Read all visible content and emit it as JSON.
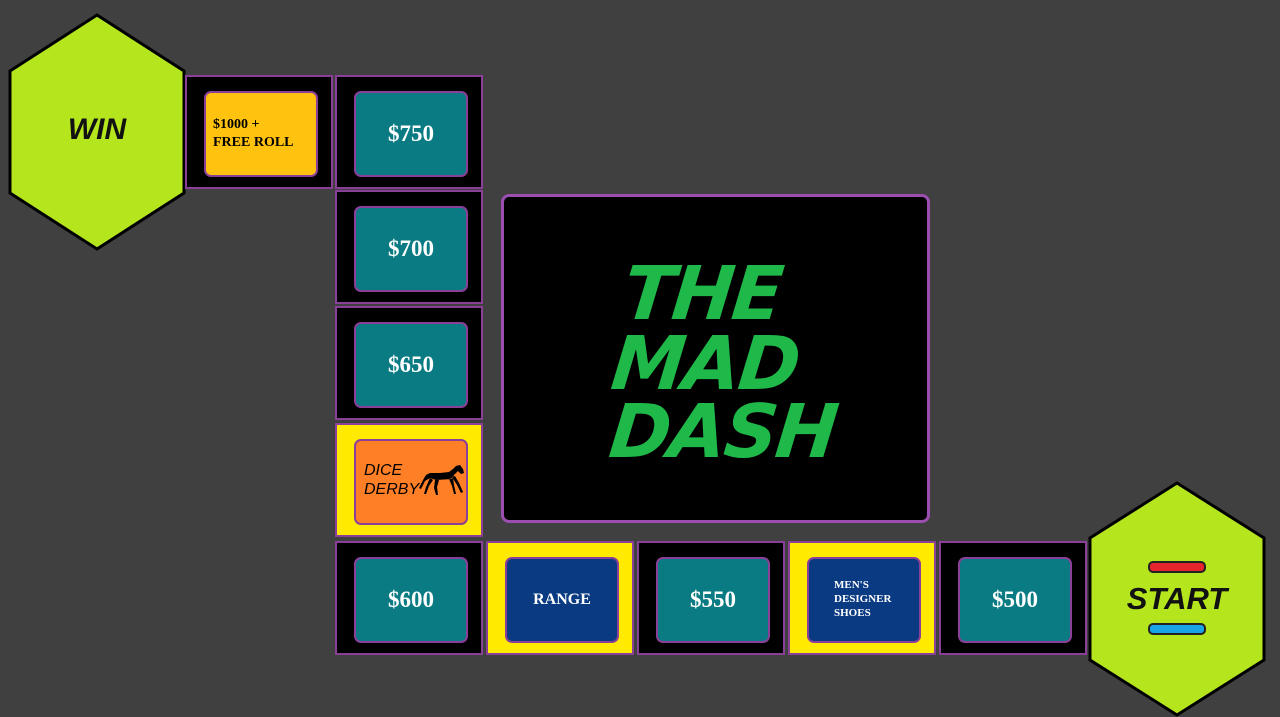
{
  "board": {
    "win_label": "WIN",
    "start_label": "START",
    "colors": {
      "background": "#404040",
      "hex_fill": "#b5e61d",
      "cell_border": "#8a3f99",
      "yellow_cell": "#ffea00",
      "teal_tile": "#0b7b83",
      "navy_tile": "#0a3a82",
      "gold_tile": "#ffc20e",
      "orange_tile": "#ff7f27",
      "logo_green": "#1fb94a"
    }
  },
  "logo": {
    "line1": "THE",
    "line2": "MAD",
    "line3": "DASH"
  },
  "spaces": {
    "s500": "$500",
    "men_shoes": "MEN'S DESIGNER SHOES",
    "s550": "$550",
    "range": "RANGE",
    "s600": "$600",
    "dice_derby_1": "DICE",
    "dice_derby_2": "DERBY",
    "s650": "$650",
    "s700": "$700",
    "s750": "$750",
    "bonus_1": "$1000 +",
    "bonus_2": "FREE ROLL"
  },
  "icons": {
    "horse": "horse-icon",
    "player_red": "red-token-icon",
    "player_blue": "blue-token-icon"
  }
}
